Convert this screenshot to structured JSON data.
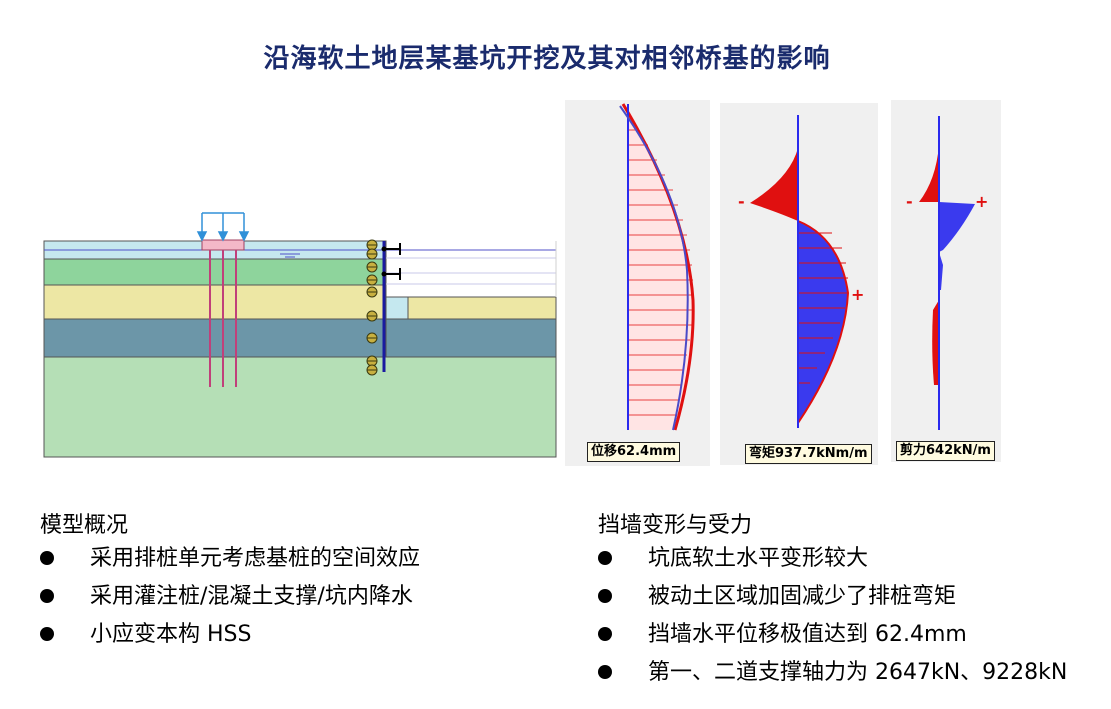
{
  "title": "沿海软土地层某基坑开挖及其对相邻桥基的影响",
  "panels": [
    {
      "label": "位移62.4mm"
    },
    {
      "label": "弯矩937.7kNm/m",
      "minus": "-",
      "plus": "+"
    },
    {
      "label": "剪力642kN/m",
      "minus": "-",
      "plus": "+"
    }
  ],
  "left_section": {
    "heading": "模型概况",
    "items": [
      "采用排桩单元考虑基桩的空间效应",
      "采用灌注桩/混凝土支撑/坑内降水",
      "小应变本构 HSS"
    ]
  },
  "right_section": {
    "heading": "挡墙变形与受力",
    "items": [
      "坑底软土水平变形较大",
      "被动土区域加固减少了排桩弯矩",
      "挡墙水平位移极值达到 62.4mm",
      "第一、二道支撑轴力为 2647kN、9228kN"
    ]
  },
  "colors": {
    "title": "#1a2b6d",
    "soil_layers": [
      "#c5e8ef",
      "#8ed49c",
      "#ede7a4",
      "#6c96a8",
      "#b5dfb6"
    ],
    "diagram_red": "#e01010",
    "diagram_blue": "#2a2aee"
  }
}
